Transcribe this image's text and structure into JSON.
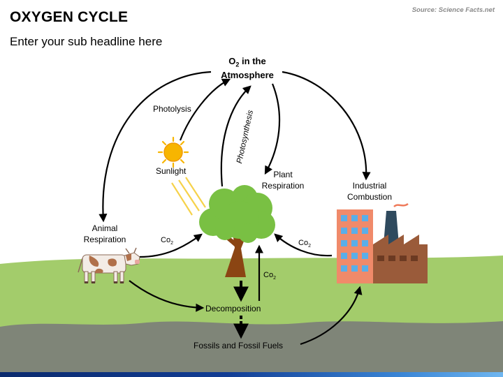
{
  "header": {
    "title": "OXYGEN CYCLE",
    "subtitle": "Enter your sub headline here",
    "source": "Source: Science Facts.net"
  },
  "nodes": {
    "atmosphere": {
      "line1_prefix": "O",
      "line1_sub": "2",
      "line1_suffix": " in the",
      "line2": "Atmosphere"
    },
    "photolysis": "Photolysis",
    "sunlight": "Sunlight",
    "photosynthesis": "Photosynthesis",
    "plant_respiration": {
      "line1": "Plant",
      "line2": "Respiration"
    },
    "industrial_combustion": {
      "line1": "Industrial",
      "line2": "Combustion"
    },
    "animal_respiration": {
      "line1": "Animal",
      "line2": "Respiration"
    },
    "decomposition": "Decomposition",
    "fossils": "Fossils and Fossil Fuels"
  },
  "co2_label": {
    "base": "Co",
    "sub": "2"
  },
  "colors": {
    "grass": "#a3cc6b",
    "soil": "#7f8578",
    "tree_canopy": "#79c043",
    "trunk": "#8b4513",
    "sun": "#f7b500",
    "factory_red": "#f08a6a",
    "factory_brown": "#9a5b3a",
    "chimney": "#2f4a5e",
    "window": "#5aaee8",
    "arrow": "#000000"
  },
  "icons": [
    "sun-icon",
    "tree-icon",
    "cow-icon",
    "factory-icon"
  ]
}
